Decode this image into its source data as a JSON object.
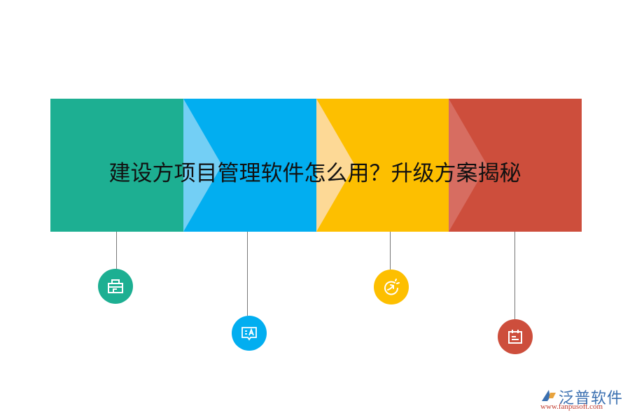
{
  "title": "建设方项目管理软件怎么用？升级方案揭秘",
  "colors": {
    "green": "#1daf92",
    "blue": "#02aef0",
    "yellow": "#fdbf00",
    "red": "#cd4e3c",
    "blue_arrow": "#73cff5",
    "yellow_arrow": "#fdd996",
    "red_arrow": "#d76d61"
  },
  "steps": [
    {
      "color_name": "green",
      "icon": "toolbox-icon"
    },
    {
      "color_name": "blue",
      "icon": "translate-chat-icon"
    },
    {
      "color_name": "yellow",
      "icon": "growth-arrow-icon"
    },
    {
      "color_name": "red",
      "icon": "calendar-icon"
    }
  ],
  "logo": {
    "name": "泛普软件",
    "url": "www.fanpusoft.com"
  }
}
